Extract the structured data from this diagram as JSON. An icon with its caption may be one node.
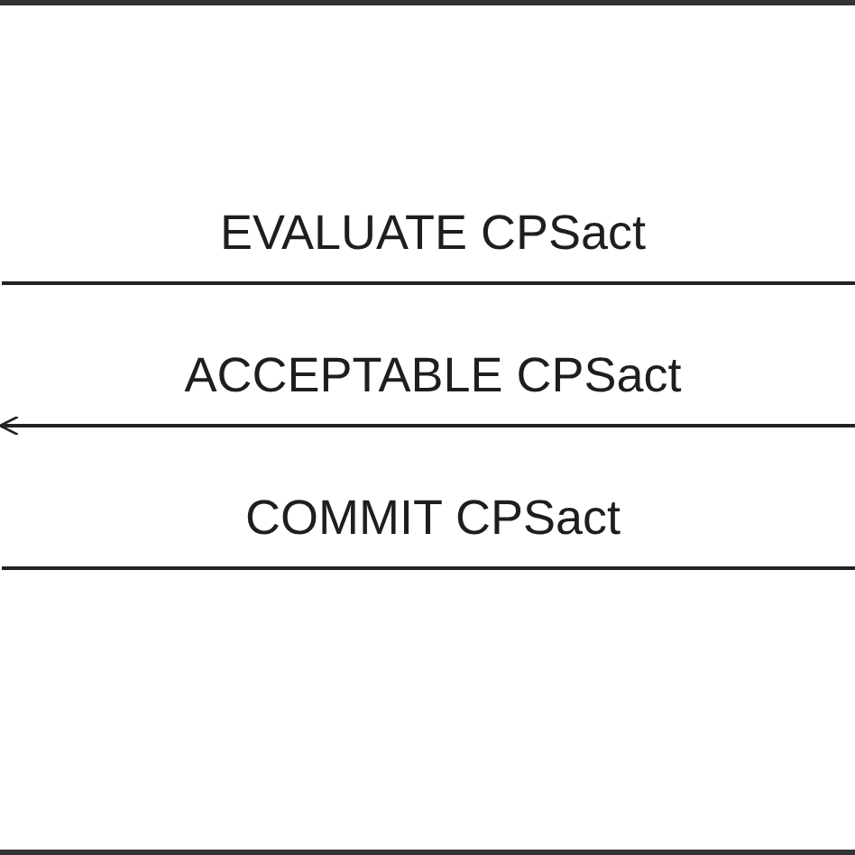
{
  "diagram": {
    "labels": [
      "EVALUATE CPSact",
      "ACCEPTABLE CPSact",
      "COMMIT CPSact"
    ]
  }
}
